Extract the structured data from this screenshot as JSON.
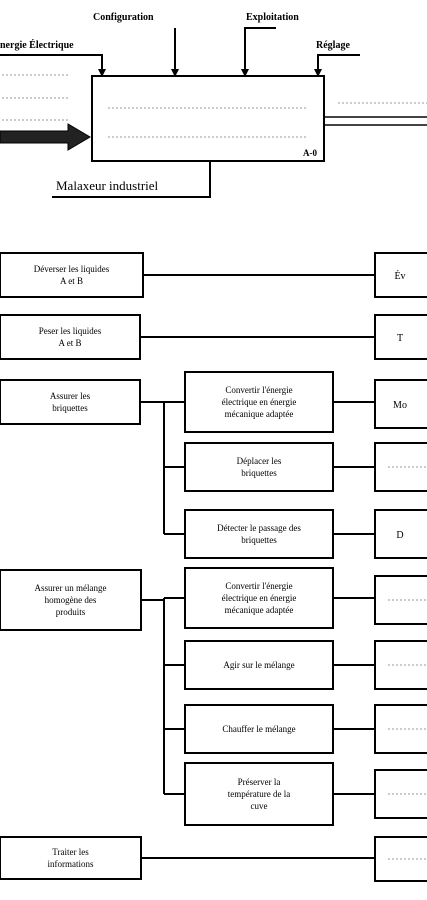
{
  "context": {
    "configuration": "Configuration",
    "exploitation": "Exploitation",
    "energie": "nergie Électrique",
    "reglage": "Réglage",
    "box_code": "A-0",
    "system_label": "Malaxeur industriel"
  },
  "functions": [
    {
      "label": [
        "Déverser les liquides",
        "A et B"
      ],
      "result": "Év"
    },
    {
      "label": [
        "Peser les liquides",
        "A et B"
      ],
      "result": "T"
    },
    {
      "label": [
        "Assurer les",
        "briquettes"
      ],
      "result": "Mo"
    },
    {
      "label": [
        "Assurer un mélange",
        "homogène des",
        "produits"
      ],
      "result": ""
    },
    {
      "label": [
        "Traiter les",
        "informations"
      ],
      "result": ""
    }
  ],
  "subfunctions": [
    {
      "label": [
        "Convertir l'énergie",
        "électrique en énergie",
        "mécanique adaptée"
      ],
      "result": "Mo"
    },
    {
      "label": [
        "Déplacer les",
        "briquettes"
      ],
      "result": ""
    },
    {
      "label": [
        "Détecter le passage des",
        "briquettes"
      ],
      "result": "D"
    },
    {
      "label": [
        "Convertir l'énergie",
        "électrique en énergie",
        "mécanique adaptée"
      ],
      "result": ""
    },
    {
      "label": [
        "Agir sur le mélange"
      ],
      "result": ""
    },
    {
      "label": [
        "Chauffer le mélange"
      ],
      "result": ""
    },
    {
      "label": [
        "Préserver la",
        "température de la",
        "cuve"
      ],
      "result": ""
    }
  ]
}
